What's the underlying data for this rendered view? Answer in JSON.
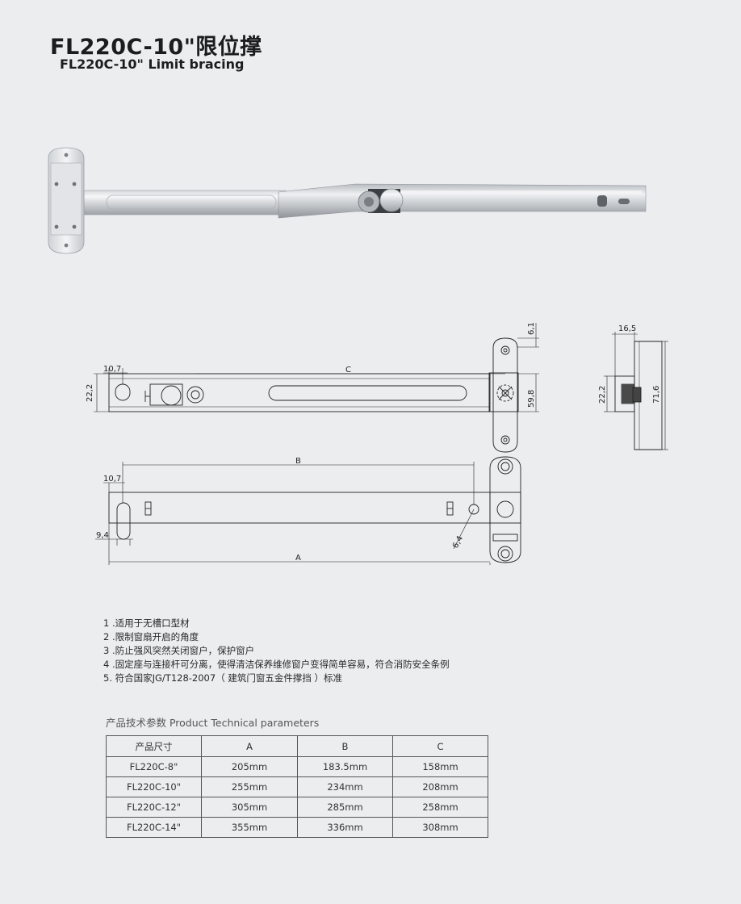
{
  "title": {
    "cn": "FL220C-10\"限位撑",
    "en": "FL220C-10\" Limit bracing"
  },
  "dims": {
    "d_10_7_top": "10,7",
    "d_c": "C",
    "d_22_2_left": "22,2",
    "d_6_1": "6,1",
    "d_59_8": "59,8",
    "d_16_5": "16,5",
    "d_22_2_side": "22,2",
    "d_71_6": "71,6",
    "d_b": "B",
    "d_10_7_bottom": "10,7",
    "d_9_4": "9,4",
    "d_6_4": "6,4",
    "d_a": "A"
  },
  "features": [
    "1 .适用于无槽口型材",
    "2 .限制窗扇开启的角度",
    "3 .防止强风突然关闭窗户，保护窗户",
    "4 .固定座与连接杆可分离，使得清洁保养维修窗户变得简单容易，符合消防安全条例",
    "5. 符合国家JG/T128-2007（ 建筑门窗五金件撑挡 ）标准"
  ],
  "params": {
    "heading": "产品技术参数 Product Technical parameters",
    "headers": [
      "产品尺寸",
      "A",
      "B",
      "C"
    ],
    "rows": [
      [
        "FL220C-8\"",
        "205mm",
        "183.5mm",
        "158mm"
      ],
      [
        "FL220C-10\"",
        "255mm",
        "234mm",
        "208mm"
      ],
      [
        "FL220C-12\"",
        "305mm",
        "285mm",
        "258mm"
      ],
      [
        "FL220C-14\"",
        "355mm",
        "336mm",
        "308mm"
      ]
    ]
  }
}
